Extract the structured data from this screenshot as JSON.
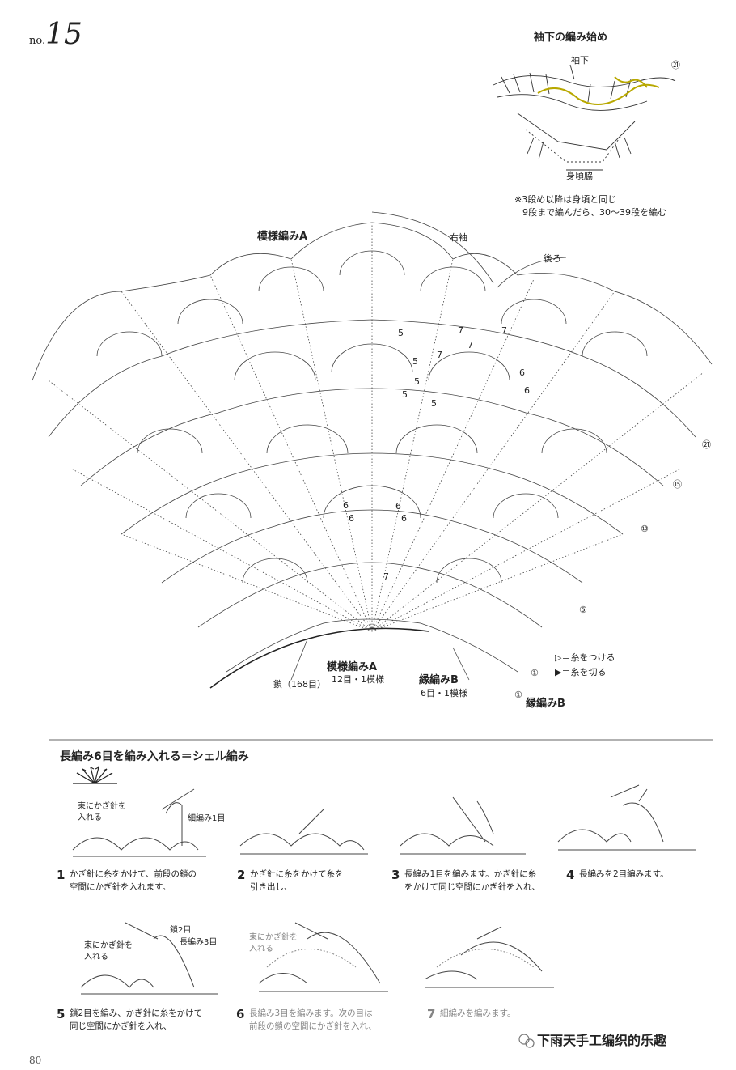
{
  "header": {
    "no_prefix": "no.",
    "no_number": "15",
    "page_number": "80"
  },
  "inset": {
    "title": "袖下の編み始め",
    "label_sodeshita": "袖下",
    "label_migoro": "身頃脇",
    "row_mark": "㉑",
    "note_line1": "※3段め以降は身頃と同じ",
    "note_line2": "9段まで編んだら、30〜39段を編む"
  },
  "main_chart": {
    "label_pattern_a_top": "模様編みA",
    "label_right_sleeve": "右袖",
    "label_back": "後ろ",
    "row_markers": [
      "㉑",
      "⑮",
      "⑩",
      "⑤",
      "①",
      "①"
    ],
    "inner_numbers": [
      "7",
      "7",
      "7",
      "7",
      "6",
      "6",
      "5",
      "5",
      "5",
      "6",
      "6",
      "6",
      "6",
      "5",
      "5",
      "7"
    ],
    "label_chain": "鎖（168目）",
    "label_pattern_a_bottom": "模様編みA",
    "label_pattern_a_count": "12目・1模様",
    "label_edge_b": "縁編みB",
    "label_edge_b_count": "6目・1模様",
    "label_edge_b_side": "縁編みB",
    "legend_attach": "▷＝糸をつける",
    "legend_cut": "▶＝糸を切る"
  },
  "shell_section": {
    "title": "長編み6目を編み入れる＝シェル編み",
    "steps": [
      {
        "num": "1",
        "line1": "かぎ針に糸をかけて、前段の鎖の",
        "line2": "空間にかぎ針を入れます。",
        "callout1": "束にかぎ針を",
        "callout1b": "入れる",
        "callout2": "細編み1目"
      },
      {
        "num": "2",
        "line1": "かぎ針に糸をかけて糸を",
        "line2": "引き出し、"
      },
      {
        "num": "3",
        "line1": "長編み1目を編みます。かぎ針に糸",
        "line2": "をかけて同じ空間にかぎ針を入れ、"
      },
      {
        "num": "4",
        "line1": "長編みを2目編みます。",
        "line2": ""
      },
      {
        "num": "5",
        "line1": "鎖2目を編み、かぎ針に糸をかけて",
        "line2": "同じ空間にかぎ針を入れ、",
        "callout1": "束にかぎ針を",
        "callout1b": "入れる",
        "callout2": "鎖2目",
        "callout3": "長編み3目"
      },
      {
        "num": "6",
        "line1": "長編み3目を編みます。次の目は",
        "line2": "前段の鎖の空間にかぎ針を入れ、",
        "callout1": "束にかぎ針を",
        "callout1b": "入れる"
      },
      {
        "num": "7",
        "line1": "細編みを編みます。",
        "line2": ""
      }
    ]
  },
  "watermark": "下雨天手工编织的乐趣"
}
